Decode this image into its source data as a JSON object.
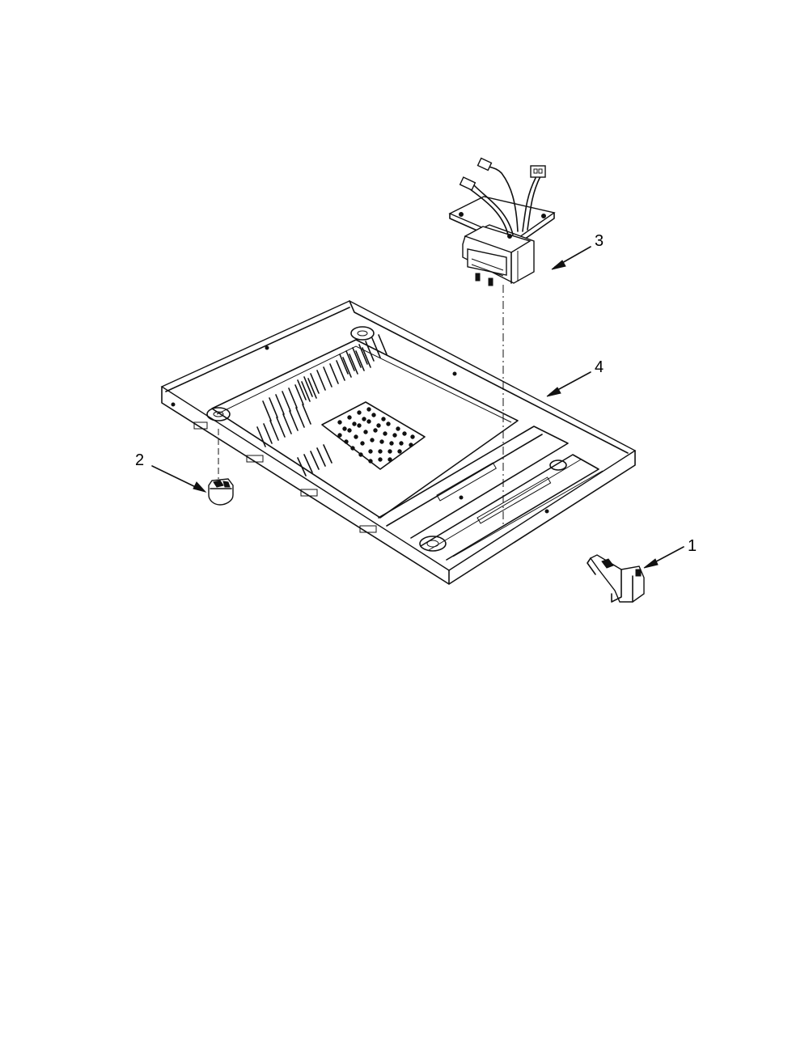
{
  "callouts": {
    "part_1": "1",
    "part_2": "2",
    "part_3": "3",
    "part_4": "4"
  },
  "icons": {
    "part_1": "switch-bracket-icon",
    "part_2": "foot-icon",
    "part_3": "transformer-icon",
    "part_4": "base-plate-icon"
  },
  "colors": {
    "line": "#111111",
    "background": "#ffffff"
  }
}
